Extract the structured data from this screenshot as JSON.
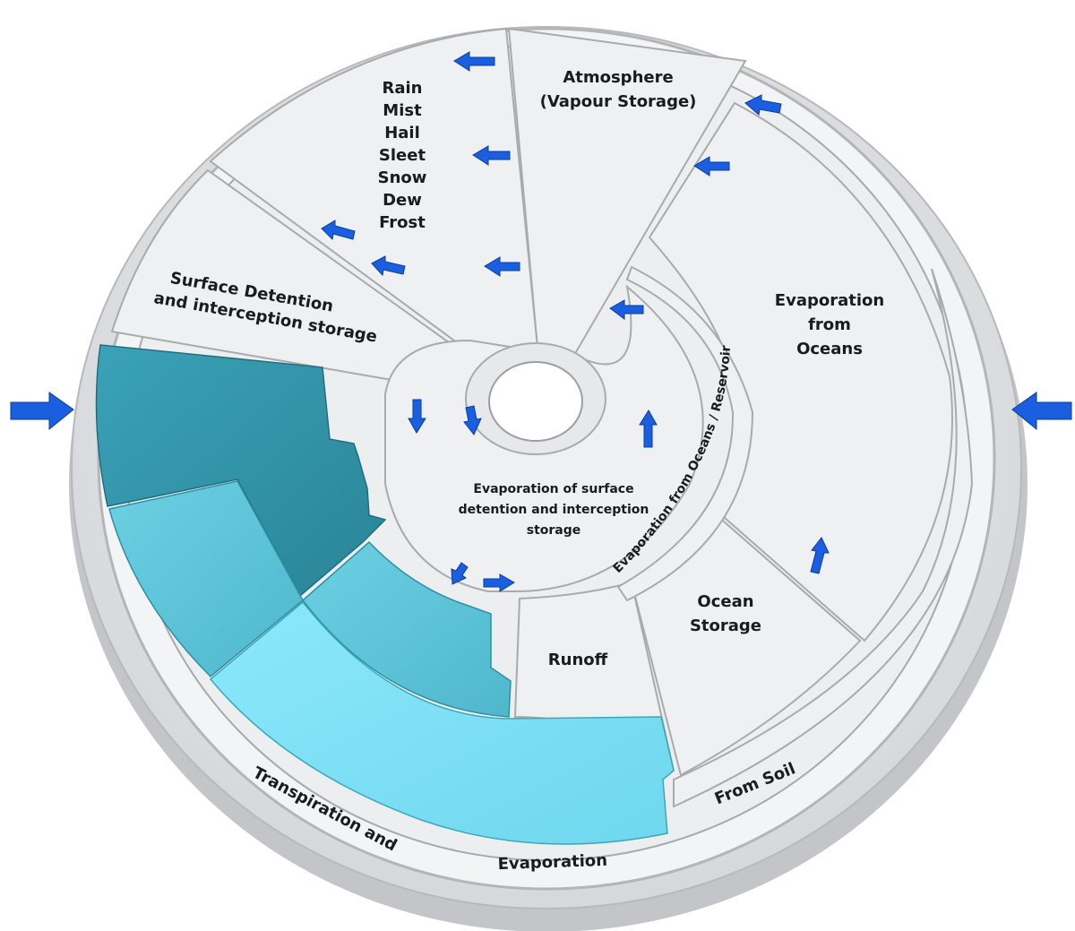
{
  "diagram": {
    "atmosphere": {
      "line1": "Atmosphere",
      "line2": "(Vapour Storage)"
    },
    "precipitation": [
      "Rain",
      "Mist",
      "Hail",
      "Sleet",
      "Snow",
      "Dew",
      "Frost"
    ],
    "surface_detention": {
      "line1": "Surface Detention",
      "line2": "and interception storage"
    },
    "evaporation_from_oceans": {
      "line1": "Evaporation",
      "line2": "from",
      "line3": "Oceans"
    },
    "evaporation_of_surface": {
      "line1": "Evaporation of surface",
      "line2": "detention and interception",
      "line3": "storage"
    },
    "evaporation_from_reservoirs": "Evaporation from Oceans / Reservoirs",
    "ocean_storage": {
      "line1": "Ocean",
      "line2": "Storage"
    },
    "runoff": "Runoff",
    "from_soil": "From Soil",
    "transpiration": {
      "part1": "Transpiration and",
      "part2": "Evaporation"
    }
  },
  "colors": {
    "arrow": "#1a5fe0",
    "teal_dark": "#2f93a8",
    "teal_mid": "#5cc4d8",
    "teal_light": "#80e1f6",
    "segment_light": "#eff0f1"
  },
  "icons": [
    "arrow-left-icon",
    "arrow-right-icon",
    "arrow-up-icon",
    "arrow-down-icon"
  ]
}
